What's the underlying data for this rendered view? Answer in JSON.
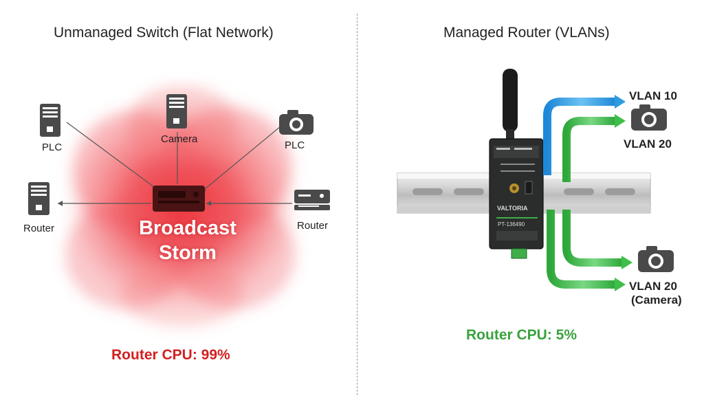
{
  "left": {
    "title": "Unmanaged Switch (Flat Network)",
    "devices": {
      "plc_left": "PLC",
      "camera": "Camera",
      "plc_right": "PLC",
      "router_left": "Router",
      "router_right": "Router"
    },
    "storm_line1": "Broadcast",
    "storm_line2": "Storm",
    "cpu": "Router CPU: 99%",
    "cpu_color": "#d42020",
    "storm_color": "#e8141c"
  },
  "right": {
    "title": "Managed Router (VLANs)",
    "vlan_10": "VLAN 10",
    "vlan_20_top": "VLAN 20",
    "vlan_20_bottom_line1": "VLAN 20",
    "vlan_20_bottom_line2": "(Camera)",
    "cpu": "Router CPU: 5%",
    "cpu_color": "#3aa23e",
    "blue_path_color": "#2e9be0",
    "green_path_color": "#3fbf4a",
    "router_label_text": "VALTORIA",
    "router_model_text": "PT-136490"
  }
}
